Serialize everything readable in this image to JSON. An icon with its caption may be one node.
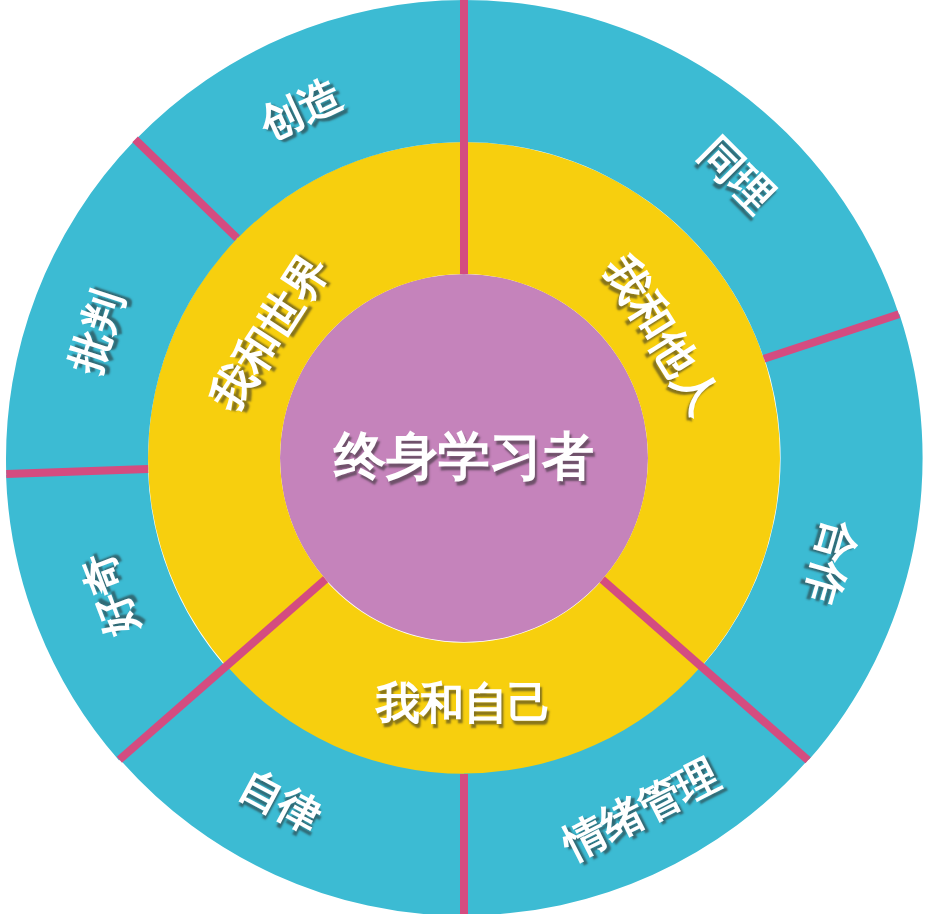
{
  "diagram": {
    "nodes": [
      {
        "text": [
          "终身学习者"
        ]
      },
      {
        "text": [
          "我和世界"
        ]
      },
      {
        "text": [
          "我和他人"
        ]
      },
      {
        "text": [
          "我和自己"
        ]
      },
      {
        "text": [
          "创造"
        ]
      },
      {
        "text": [
          "同理"
        ]
      },
      {
        "text": [
          "合作"
        ]
      },
      {
        "text": [
          "情绪管理"
        ]
      },
      {
        "text": [
          "自律"
        ]
      },
      {
        "text": [
          "好奇"
        ]
      },
      {
        "text": [
          "批判"
        ]
      }
    ]
  }
}
